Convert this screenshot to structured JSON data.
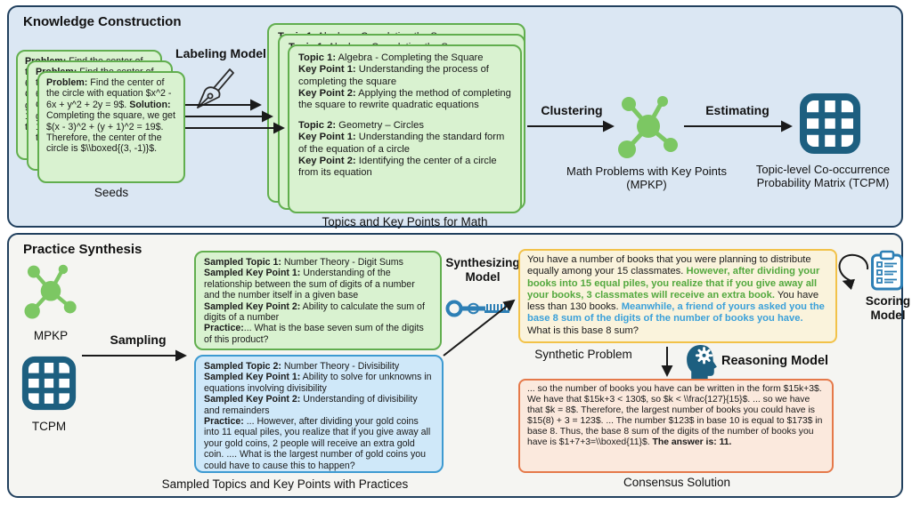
{
  "knowledge_panel": {
    "title": "Knowledge Construction",
    "seeds": {
      "caption": "Seeds",
      "card": [
        [
          {
            "t": "Problem:",
            "c": "b"
          },
          {
            "t": " Find the center of the circle with equation $x^2 - 6x + y^2 + 2y = 9$. "
          },
          {
            "t": "Solution:",
            "c": "b"
          },
          {
            "t": " Completing the square, we get $(x - 3)^2 + (y + 1)^2 = 19$. Therefore, the center of the circle is $\\\\boxed{(3, -1)}$."
          }
        ]
      ]
    },
    "labeling_model": "Labeling Model",
    "topics": {
      "caption": "Topics and Key Points for Math",
      "card": [
        [
          {
            "t": "Topic 1:",
            "c": "b"
          },
          {
            "t": " Algebra - Completing the Square"
          }
        ],
        [
          {
            "t": "Key Point 1:",
            "c": "b"
          },
          {
            "t": " Understanding the process of completing the square"
          }
        ],
        [
          {
            "t": "Key Point 2:",
            "c": "b"
          },
          {
            "t": " Applying the method of completing the square to rewrite quadratic equations"
          }
        ],
        [],
        [
          {
            "t": "Topic 2:",
            "c": "b"
          },
          {
            "t": " Geometry – Circles"
          }
        ],
        [
          {
            "t": "Key Point 1:",
            "c": "b"
          },
          {
            "t": " Understanding the standard form of the equation of a circle"
          }
        ],
        [
          {
            "t": "Key Point 2:",
            "c": "b"
          },
          {
            "t": " Identifying the center of a circle from its equation"
          }
        ]
      ]
    },
    "clustering": "Clustering",
    "mpkp_label": "Math Problems with Key Points (MPKP)",
    "estimating": "Estimating",
    "tcpm_label": "Topic-level Co-occurrence Probability Matrix (TCPM)"
  },
  "practice_panel": {
    "title": "Practice Synthesis",
    "mpkp_label": "MPKP",
    "tcpm_label": "TCPM",
    "sampling": "Sampling",
    "sampled_caption": "Sampled Topics and Key Points with Practices",
    "green_card": [
      [
        {
          "t": "Sampled Topic 1:",
          "c": "b"
        },
        {
          "t": " Number Theory - Digit Sums"
        }
      ],
      [
        {
          "t": "Sampled Key Point 1:",
          "c": "b"
        },
        {
          "t": " Understanding of the relationship between the sum of digits of a number and the number itself in a given base"
        }
      ],
      [
        {
          "t": "Sampled Key Point 2:",
          "c": "b"
        },
        {
          "t": " Ability to calculate the sum of digits of a number"
        }
      ],
      [
        {
          "t": "Practice:",
          "c": "b"
        },
        {
          "t": "... What is the base seven sum of the digits of this product?"
        }
      ]
    ],
    "blue_card": [
      [
        {
          "t": "Sampled Topic 2:",
          "c": "b"
        },
        {
          "t": " Number Theory - Divisibility"
        }
      ],
      [
        {
          "t": "Sampled Key Point 1:",
          "c": "b"
        },
        {
          "t": " Ability to solve for unknowns in equations involving divisibility"
        }
      ],
      [
        {
          "t": "Sampled Key Point 2:",
          "c": "b"
        },
        {
          "t": " Understanding of divisibility and remainders"
        }
      ],
      [
        {
          "t": "Practice:",
          "c": "b"
        },
        {
          "t": " ... However, after dividing your gold coins into 11 equal piles, you realize that if you give away all your gold coins, 2 people will receive an extra gold coin. .... What is the largest number of gold coins you could have to cause this to happen?"
        }
      ]
    ],
    "synthesizing_model": "Synthesizing Model",
    "synthetic_problem": {
      "caption": "Synthetic Problem",
      "text": [
        [
          {
            "t": "You have a number of books that you were planning to distribute equally among your 15 classmates. "
          },
          {
            "t": "However, after dividing your books into 15 equal piles, you realize that if you give away all your books, 3 classmates will receive an extra book.",
            "c": "g"
          },
          {
            "t": " You have less than 130 books. "
          },
          {
            "t": "Meanwhile, a friend of yours asked you the base 8 sum of the digits of the number of books you have.",
            "c": "bl"
          },
          {
            "t": " What is this base 8 sum?"
          }
        ]
      ]
    },
    "scoring_model": "Scoring Model",
    "reasoning_model": "Reasoning Model",
    "consensus": {
      "caption": "Consensus Solution",
      "text": [
        [
          {
            "t": "... so the number of books you have can be written in the form $15k+3$. We have that $15k+3 < 130$, so $k < \\\\frac{127}{15}$. ... so we have that $k = 8$. Therefore, the largest number of books you could have is $15(8) + 3 = 123$. ... The number $123$ in base 10 is equal to $173$ in base 8. Thus, the base 8 sum of the digits of the number of books you have is $1+7+3=\\\\boxed{11}$. "
          },
          {
            "t": "The answer is: 11.",
            "c": "b"
          }
        ]
      ]
    }
  },
  "colors": {
    "panel_blue": "#dbe7f3",
    "panel_border": "#21405e",
    "panel_white": "#f5f5f2",
    "card_green": "#d9f2d0",
    "card_green_border": "#61ae4e",
    "card_blue": "#cfe8f9",
    "card_blue_border": "#3d9ad1",
    "box_yellow": "#faf3dc",
    "box_yellow_border": "#f2c249",
    "box_peach": "#fbe9dd",
    "box_peach_border": "#e5794a",
    "text_green": "#53a83e",
    "text_blue": "#3aa0d9",
    "icon_green": "#7cc763",
    "icon_dark_blue": "#1d5f80",
    "icon_steel_blue": "#2d7fb5"
  }
}
